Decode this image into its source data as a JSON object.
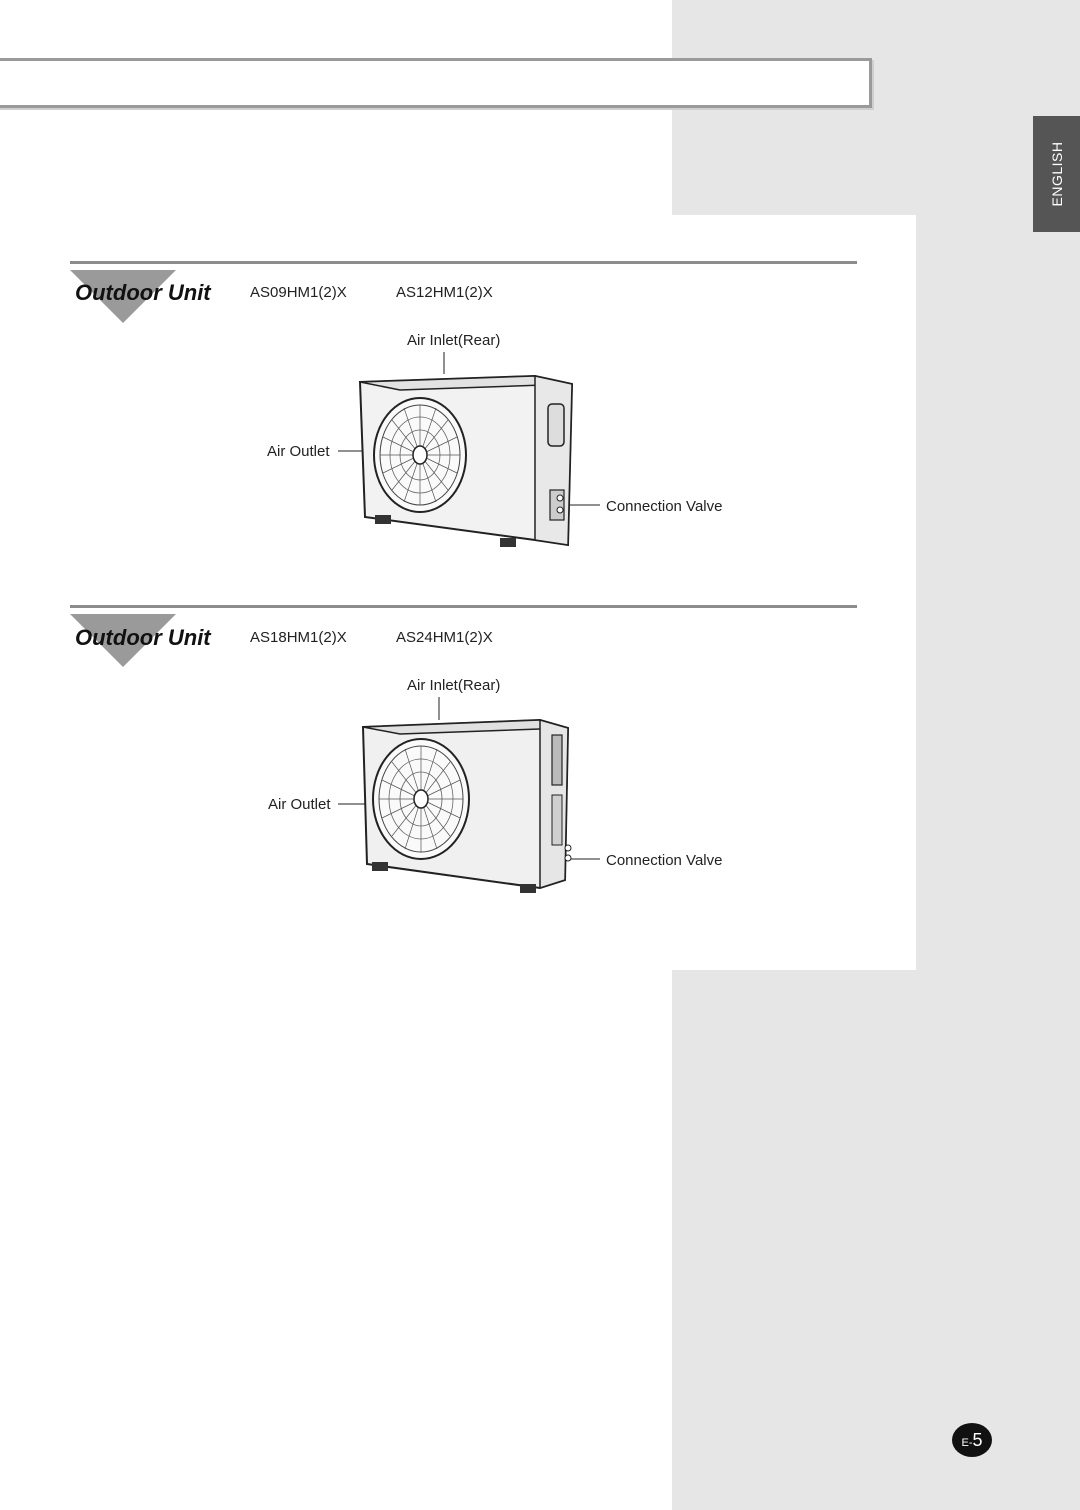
{
  "language_tab": "ENGLISH",
  "sections": [
    {
      "title": "Outdoor Unit",
      "models": [
        "AS09HM1(2)X",
        "AS12HM1(2)X"
      ],
      "labels": {
        "air_inlet": "Air Inlet(Rear)",
        "air_outlet": "Air Outlet",
        "connection_valve": "Connection Valve"
      }
    },
    {
      "title": "Outdoor Unit",
      "models": [
        "AS18HM1(2)X",
        "AS24HM1(2)X"
      ],
      "labels": {
        "air_inlet": "Air Inlet(Rear)",
        "air_outlet": "Air Outlet",
        "connection_valve": "Connection Valve"
      }
    }
  ],
  "page": {
    "prefix": "E-",
    "number": "5"
  }
}
